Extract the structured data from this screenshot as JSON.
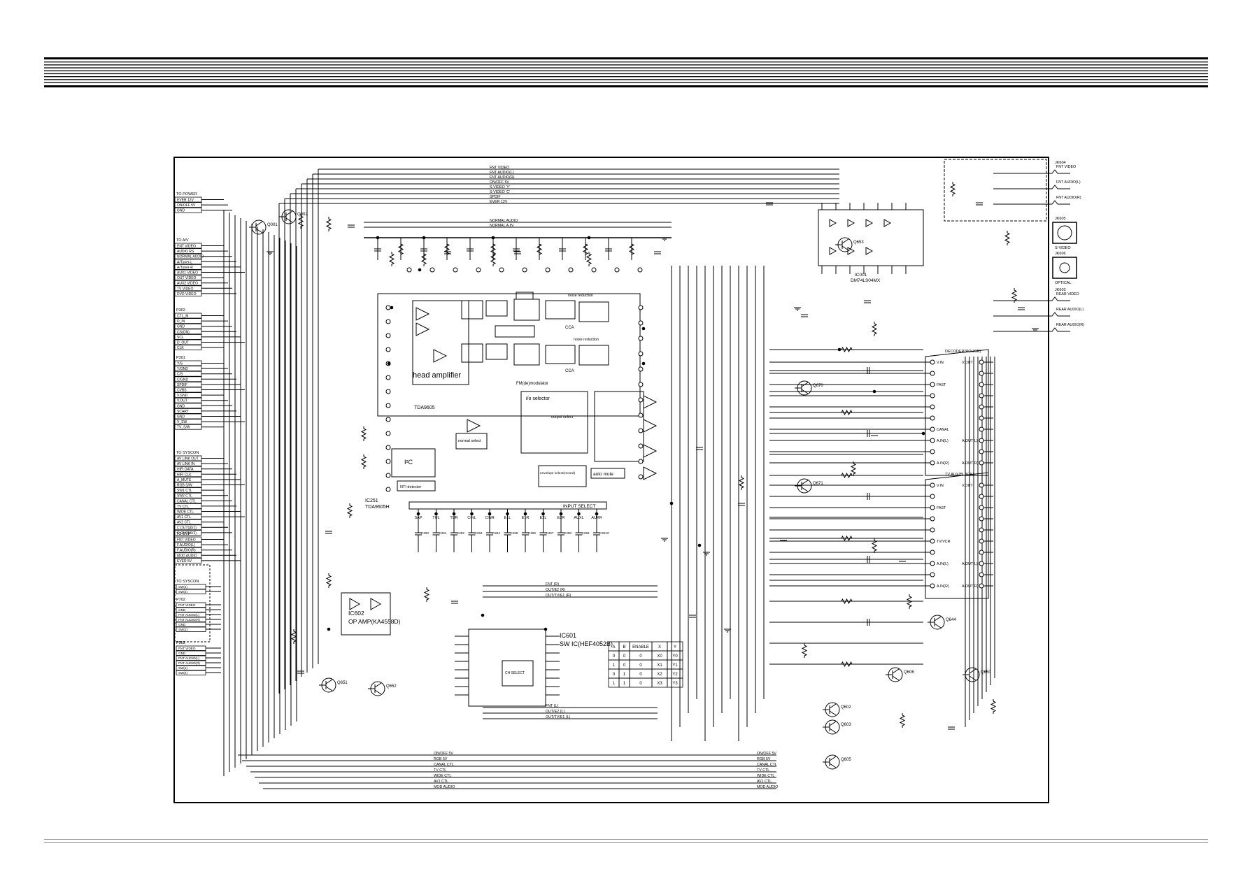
{
  "connectors_left": [
    {
      "id": "power",
      "title": "TO POWER",
      "pins": [
        "EVER 12V",
        "ON/OFF 5V",
        "GND"
      ]
    },
    {
      "id": "av",
      "title": "TO A/V",
      "pins": [
        "ENT VIDEO",
        "AUDIO RS",
        "NORMAL AUDIO",
        "A/Tuner-L",
        "A/Tuner-R",
        "AUX1 VIDEO",
        "OUT VIDEO",
        "AUX2 VIDEO",
        "TV VIDEO",
        "DVD VIDEO"
      ]
    },
    {
      "id": "p302",
      "title": "P302",
      "pins": [
        "CTL_M",
        "D_IN",
        "GND",
        "CS(ON)",
        "SCL",
        "D_OUT",
        "CLK"
      ]
    },
    {
      "id": "p301",
      "title": "P301",
      "pins": [
        "Y/S",
        "Y/GND",
        "C/S",
        "C/GND",
        "SPDIF",
        "CVBS",
        "V.GND",
        "V.OUT",
        "GND",
        "SCART",
        "GND",
        "V_SW",
        "TV_S/W"
      ]
    },
    {
      "id": "syscon",
      "title": "TO SYSCON",
      "pins": [
        "AV LINK OUT",
        "AV LINK IN",
        "HIFI DATA",
        "HIFI CLK",
        "A_MUTE",
        "RGB S/W",
        "SW1 CTL",
        "SW2 CTL",
        "CANAL CTL",
        "TV CTL",
        "WIDE CTL",
        "AV1 CTL",
        "AV2 CTL",
        "C.OUT(AV1)",
        "C.OUT(AV2)"
      ]
    },
    {
      "id": "dvf",
      "title": "TO DVF",
      "pins": [
        "FNT VIDEO",
        "F.AUDIO(L)",
        "F.AUDIO(R)",
        "MOD AUDIO",
        "EVER 5V"
      ]
    }
  ],
  "connectors_left_lower": [
    {
      "id": "sw",
      "title": "TO SYSCON",
      "pins": [
        "SW(1)",
        "SW(2)"
      ]
    },
    {
      "id": "p702",
      "title": "P702",
      "pins": [
        "FNT VIDEO",
        "GND",
        "FNT AUDIO(L)",
        "FNT AUDIO(R)",
        "GND",
        "SW(1)"
      ]
    },
    {
      "id": "p503",
      "title": "P503",
      "pins": [
        "FNT VIDEO",
        "GND",
        "FNT AUDIO(L)",
        "FNT AUDIO(R)",
        "SW(1)",
        "SW(2)"
      ]
    }
  ],
  "jacks_right": [
    {
      "id": "jk604",
      "title": "JK604",
      "pins": [
        "FNT VIDEO",
        "FNT AUDIO(L)",
        "FNT AUDIO(R)"
      ]
    },
    {
      "id": "jk605",
      "title": "JK605",
      "pins": [
        "S-VIDEO"
      ]
    },
    {
      "id": "jk606",
      "title": "JK606",
      "pins": [
        "OPTICAL"
      ]
    },
    {
      "id": "jk603",
      "title": "JK603",
      "pins": [
        "REAR VIDEO",
        "REAR AUDIO(L)",
        "REAR AUDIO(R)"
      ]
    }
  ],
  "scart": [
    {
      "id": "scart1",
      "title": "DECODER(ROUGE)",
      "pins_left": [
        "V.IN",
        "",
        "FAST",
        "",
        "",
        "",
        "CANAL",
        "A.IN(L)",
        "",
        "A.IN(R)"
      ],
      "pins_right": [
        "V.OUT",
        "",
        "",
        "",
        "",
        "",
        "",
        "A.OUT(L)",
        "",
        "A.OUT(R)"
      ]
    },
    {
      "id": "scart2",
      "title": "TV AUX(BLACK)",
      "pins_left": [
        "V.IN",
        "",
        "FAST",
        "",
        "",
        "TV/VCR",
        "",
        "A.IN(L)",
        "",
        "A.IN(R)"
      ],
      "pins_right": [
        "V.OUT",
        "",
        "",
        "",
        "",
        "",
        "",
        "A.OUT(L)",
        "",
        "A.OUT(R)"
      ]
    }
  ],
  "blocks": {
    "head_amp": "head amplifier",
    "ic251_name": "IC251",
    "ic251_part": "TDA9605H",
    "tda_label": "TDA9605",
    "ic601_name": "IC601",
    "ic601_part": "SW IC(HEF4052B)",
    "ic602_name": "IC602",
    "ic602_part": "OP AMP(KA4558D)",
    "ic001_name": "IC001",
    "ic001_part": "DM74LS04MX",
    "input_select": "INPUT SELECT",
    "io_selector": "i/o selector",
    "output_select": "output select",
    "auto_mute": "auto mute",
    "normal_select": "normal select",
    "fm_mod": "FM(de)modulator",
    "nti": "NTI detector",
    "iic": "I²C",
    "cca": "CCA",
    "noise_reduction": "noise reduction",
    "envelope": "envelope select(record)",
    "ch_select": "CH SELECT"
  },
  "input_channels": [
    "SAP",
    "TUL",
    "TUR",
    "CINL",
    "CINR",
    "E1L",
    "E1R",
    "E2L",
    "E2R",
    "AUXL",
    "AUXR"
  ],
  "truth_table": {
    "headers": [
      "A",
      "B",
      "ENABLE",
      "X",
      "Y"
    ],
    "rows": [
      [
        "0",
        "0",
        "0",
        "X0",
        "Y0"
      ],
      [
        "1",
        "0",
        "0",
        "X1",
        "Y1"
      ],
      [
        "0",
        "1",
        "0",
        "X2",
        "Y2"
      ],
      [
        "1",
        "1",
        "0",
        "X3",
        "Y3"
      ]
    ]
  },
  "bottom_bus": [
    "ON/OFF 5V",
    "RGB 5V",
    "CANAL CTL",
    "TV CTL",
    "WIDE CTL",
    "AV1 CTL",
    "MOD AUDIO"
  ],
  "top_bus": [
    "FNT VIDEO",
    "FNT AUDIO(L)",
    "FNT AUDIO(R)",
    "ON/OFF 5V",
    "S-VIDEO 'Y'",
    "S-VIDEO 'C'",
    "SPDIF",
    "EVER 12V"
  ],
  "mid_bus": [
    "NORMAL AUDIO",
    "NORMAL A.IN"
  ],
  "lower_bus": [
    "FNT (R)",
    "OUT/E2 (R)",
    "OUT/TV/E1 (R)",
    "FNT (L)",
    "OUT/E2 (L)",
    "OUT/TV/E1 (L)"
  ],
  "transistors": [
    "Q001",
    "Q002",
    "Q670",
    "Q671",
    "Q602",
    "Q603",
    "Q605",
    "Q606",
    "Q644",
    "Q650",
    "Q651",
    "Q652",
    "Q653"
  ],
  "colors": {
    "ink": "#000000",
    "background": "#ffffff",
    "footer": "#888888"
  }
}
